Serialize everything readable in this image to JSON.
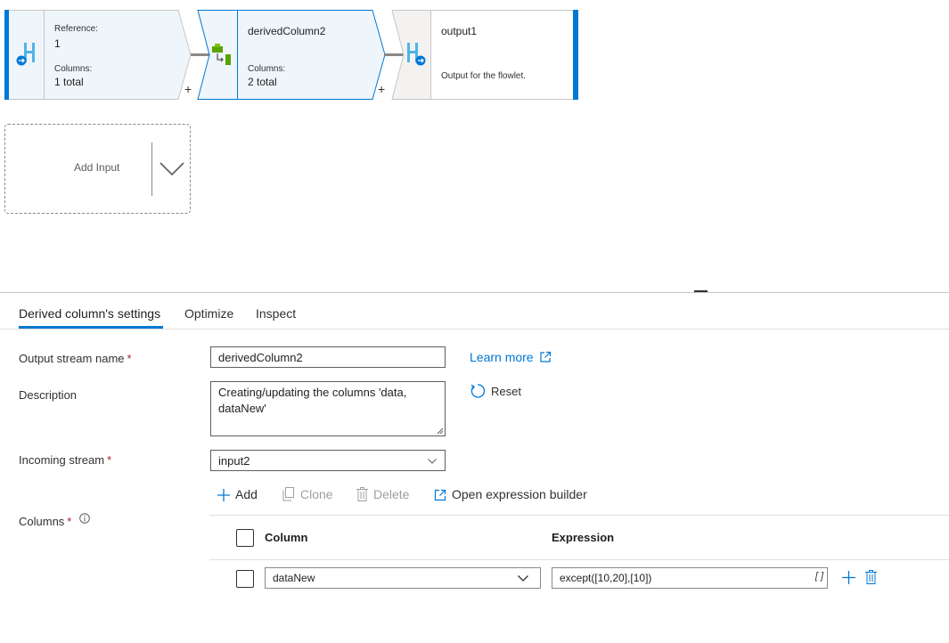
{
  "flow": {
    "source_node": {
      "reference_label": "Reference:",
      "reference_value": "1",
      "columns_label": "Columns:",
      "columns_value": "1 total"
    },
    "derived_node": {
      "title": "derivedColumn2",
      "columns_label": "Columns:",
      "columns_value": "2 total"
    },
    "output_node": {
      "title": "output1",
      "description": "Output for the flowlet."
    },
    "add_symbol_1": "+",
    "add_symbol_2": "+",
    "add_input_label": "Add Input"
  },
  "tabs": [
    {
      "label": "Derived column's settings",
      "active": true
    },
    {
      "label": "Optimize",
      "active": false
    },
    {
      "label": "Inspect",
      "active": false
    }
  ],
  "form": {
    "output_stream_label": "Output stream name",
    "output_stream_value": "derivedColumn2",
    "required_marker": "*",
    "learn_more": "Learn more",
    "description_label": "Description",
    "description_value": "Creating/updating the columns 'data, dataNew'",
    "reset_label": "Reset",
    "incoming_stream_label": "Incoming stream",
    "incoming_stream_value": "input2",
    "columns_label": "Columns"
  },
  "toolbar": {
    "add": "Add",
    "clone": "Clone",
    "delete": "Delete",
    "open_expression_builder": "Open expression builder"
  },
  "grid": {
    "column_header": "Column",
    "expression_header": "Expression",
    "rows": [
      {
        "column": "dataNew",
        "expression": "except([10,20],[10])",
        "expr_icon": "[ ]"
      }
    ]
  },
  "colors": {
    "accent": "#0078d4",
    "node_fill": "#eef5fb",
    "required": "#a4262c"
  }
}
